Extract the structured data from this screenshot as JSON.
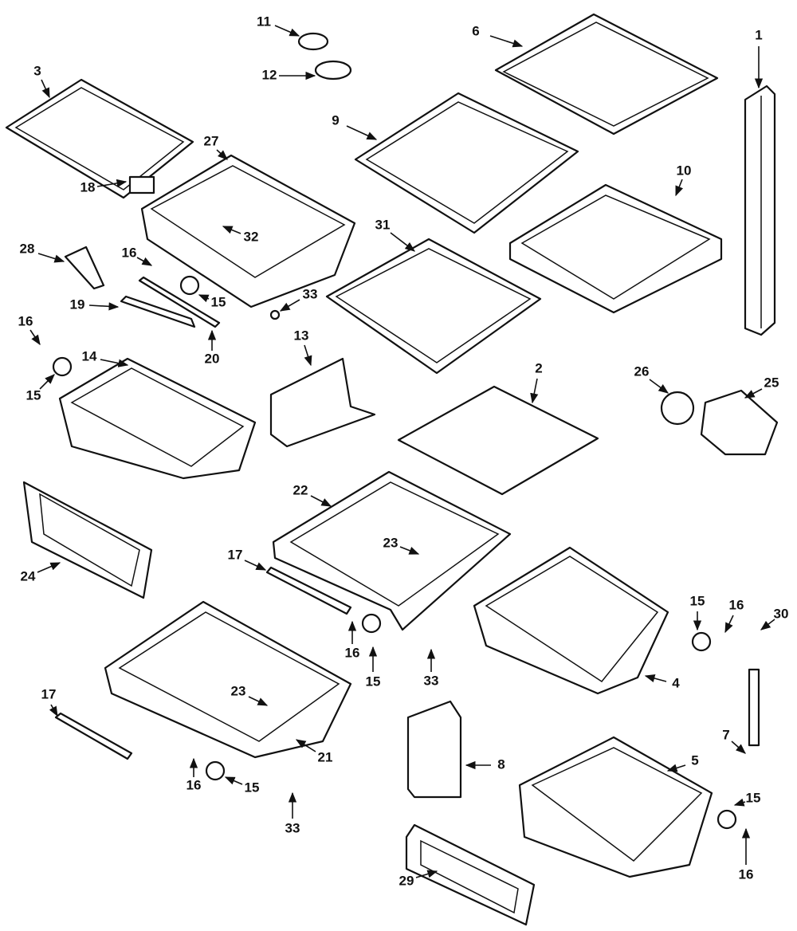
{
  "callouts": [
    "1",
    "6",
    "11",
    "12",
    "3",
    "9",
    "27",
    "10",
    "18",
    "31",
    "32",
    "28",
    "16",
    "15",
    "33",
    "19",
    "20",
    "16",
    "15",
    "14",
    "13",
    "2",
    "26",
    "25",
    "22",
    "23",
    "17",
    "24",
    "15",
    "16",
    "30",
    "16",
    "15",
    "33",
    "4",
    "17",
    "23",
    "21",
    "8",
    "5",
    "7",
    "16",
    "15",
    "33",
    "15",
    "16",
    "29"
  ],
  "colors": {
    "line": "#111111",
    "background": "#ffffff"
  }
}
